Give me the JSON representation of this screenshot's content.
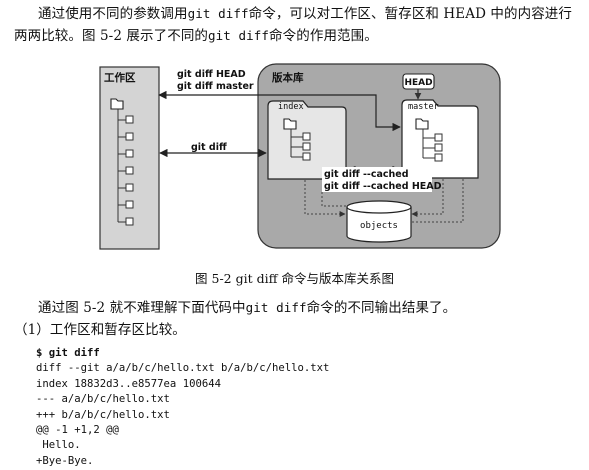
{
  "paragraph1": {
    "text_before": "通过使用不同的参数调用",
    "cmd1": "git diff",
    "text_after": "命令，可以对工作区、暂存区和 HEAD 中的内容进行两两比较。图 5-2 展示了不同的",
    "cmd2": "git diff",
    "text_end": "命令的作用范围。"
  },
  "figure": {
    "workspace_title": "工作区",
    "repo_title": "版本库",
    "head_label": "HEAD",
    "index_label": "index",
    "master_label": "master",
    "objects_label": "objects",
    "arrow_label_head_1": "git diff  HEAD",
    "arrow_label_head_2": "git diff  master",
    "arrow_label_diff": "git diff",
    "arrow_label_cached_1": "git diff --cached",
    "arrow_label_cached_2": "git diff --cached HEAD",
    "caption": "图 5-2    git diff 命令与版本库关系图"
  },
  "paragraph2": {
    "text_before": "通过图 5-2 就不难理解下面代码中",
    "cmd": "git diff",
    "text_after": "命令的不同输出结果了。"
  },
  "paragraph3": {
    "text": "（1）工作区和暂存区比较。"
  },
  "code": {
    "prompt_line": "$ git diff",
    "lines": [
      "diff --git a/a/b/c/hello.txt b/a/b/c/hello.txt",
      "index 18832d3..e8577ea 100644",
      "--- a/a/b/c/hello.txt",
      "+++ b/a/b/c/hello.txt",
      "@@ -1 +1,2 @@",
      " Hello.",
      "+Bye-Bye."
    ]
  },
  "colors": {
    "workspace_fill": "#d4d4d4",
    "repo_fill": "#a9a9a9",
    "index_fill": "#e6e6e6",
    "master_fill": "#ffffff",
    "arrow": "#222222"
  }
}
